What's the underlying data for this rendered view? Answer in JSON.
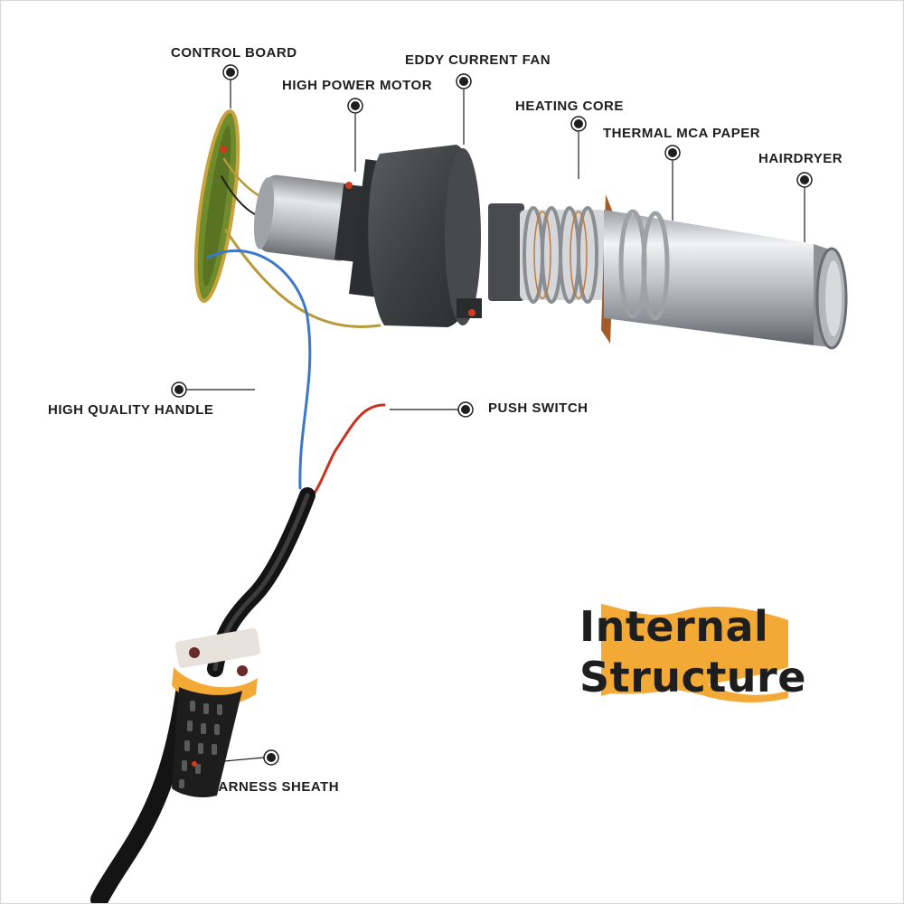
{
  "labels": {
    "control_board": "CONTROL BOARD",
    "high_power_motor": "HIGH POWER MOTOR",
    "eddy_current_fan": "EDDY CURRENT FAN",
    "heating_core": "HEATING CORE",
    "thermal_mca_paper": "THERMAL MCA PAPER",
    "hairdryer": "HAIRDRYER",
    "high_quality_handle": "HIGH QUALITY HANDLE",
    "push_switch": "PUSH SWITCH",
    "harness_sheath": "HARNESS SHEATH"
  },
  "title": {
    "line1": "Internal",
    "line2": "Structure"
  },
  "colors": {
    "text": "#1e1e1e",
    "accent": "#f3a935",
    "wire_blue": "#3b78c9",
    "wire_red": "#c8321e",
    "wire_yellow": "#b89a3a",
    "board_green": "#6f8b2c",
    "metal": "#b9bcc0"
  }
}
